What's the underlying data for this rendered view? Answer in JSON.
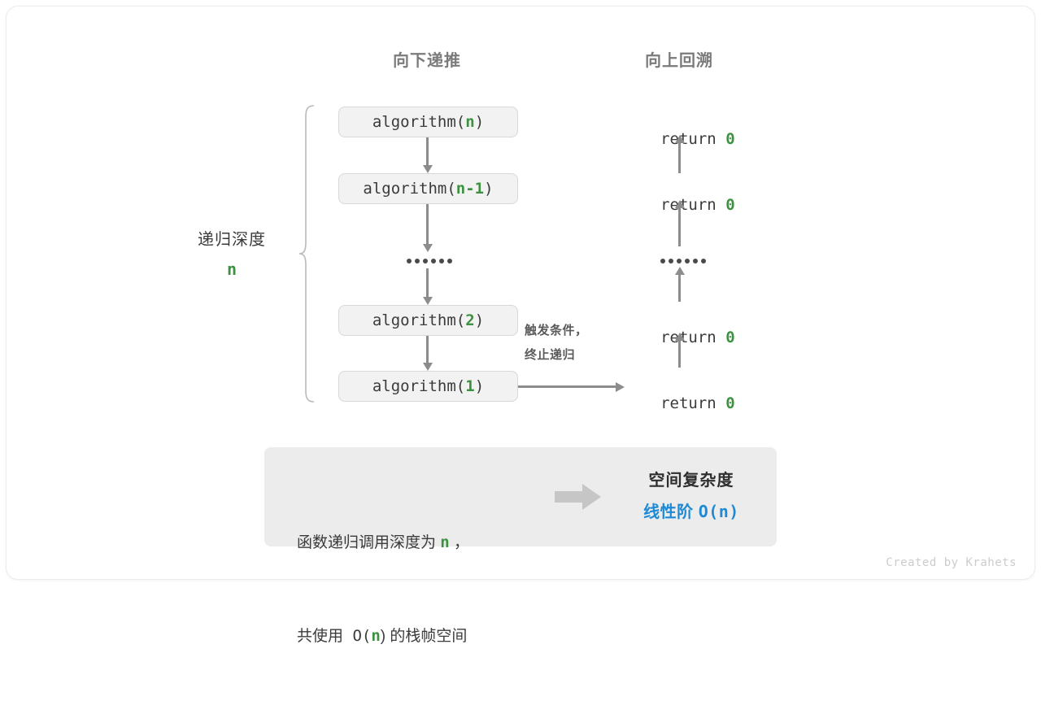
{
  "diagram": {
    "headers": {
      "left": "向下递推",
      "right": "向上回溯"
    },
    "depth_label": {
      "text": "递归深度",
      "value": "n"
    },
    "call_stack": [
      {
        "prefix": "algorithm(",
        "arg": "n",
        "suffix": ")"
      },
      {
        "prefix": "algorithm(",
        "arg": "n-1",
        "suffix": ")"
      },
      {
        "prefix": "algorithm(",
        "arg": "2",
        "suffix": ")"
      },
      {
        "prefix": "algorithm(",
        "arg": "1",
        "suffix": ")"
      }
    ],
    "returns": [
      {
        "keyword": "return ",
        "value": "0"
      },
      {
        "keyword": "return ",
        "value": "0"
      },
      {
        "keyword": "return ",
        "value": "0"
      },
      {
        "keyword": "return ",
        "value": "0"
      }
    ],
    "ellipsis_dots": 6,
    "trigger_note": {
      "line1": "触发条件，",
      "line2": "终止递归"
    },
    "summary": {
      "left_line1_a": "函数递归调用深度为 ",
      "left_line1_n": "n",
      "left_line1_b": " ，",
      "left_line2_a": "共使用 O(",
      "left_line2_n": "n",
      "left_line2_b": ") 的栈帧空间",
      "arrow_icon": "right-block-arrow-icon",
      "right_title": "空间复杂度",
      "right_value_a": "线性阶 ",
      "right_value_b": "O(n)"
    },
    "footer": "Created by Krahets",
    "colors": {
      "accent_green": "#3d9140",
      "accent_blue": "#1e8ad6",
      "arrow_gray": "#8c8c8c",
      "box_fill": "#f2f2f2",
      "box_border": "#d8d8d8",
      "panel_fill": "#ececec",
      "header_gray": "#7a7a7a",
      "text_dark": "#3b3b3b",
      "footer_gray": "#cccccc"
    }
  }
}
